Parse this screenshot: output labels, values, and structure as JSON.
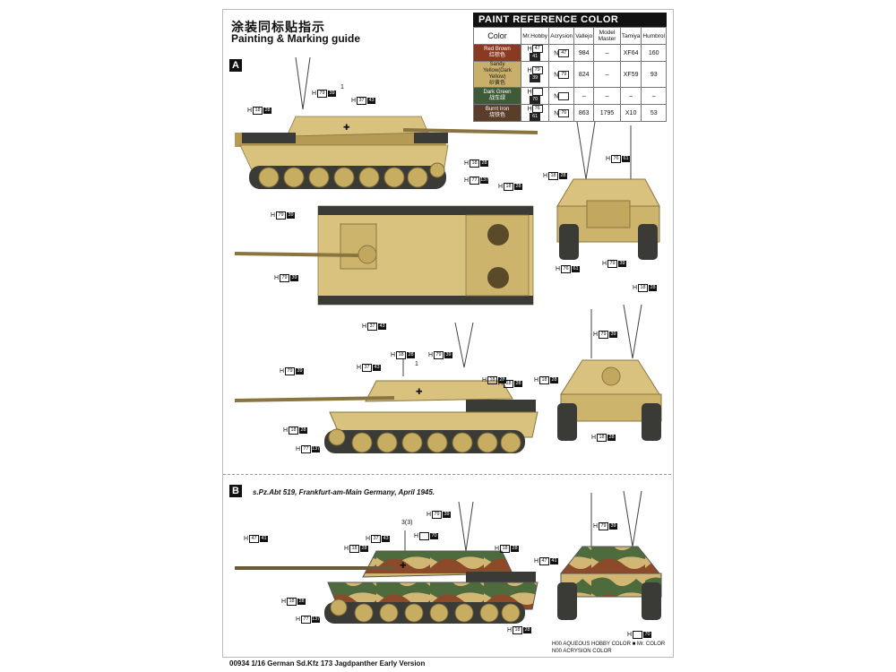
{
  "header": {
    "title_cn": "涂装同标贴指示",
    "title_en": "Painting & Marking guide"
  },
  "paint_reference": {
    "title": "PAINT  REFERENCE COLOR",
    "columns": [
      "Color",
      "Mr.Hobby",
      "Acrysion",
      "Vallejo",
      "Model Master",
      "Tamiya",
      "Humbrol"
    ],
    "rows": [
      {
        "name": "Red Brown",
        "name_cn": "红棕色",
        "hex": "#8a3a22",
        "h_code": "47",
        "h_code2": "41",
        "n_code": "47",
        "vallejo": "984",
        "model_master": "–",
        "tamiya": "XF64",
        "humbrol": "160"
      },
      {
        "name": "Sandy Yellow(Dark Yellow)",
        "name_cn": "砂黄色",
        "hex": "#c9b06a",
        "h_code": "79",
        "h_code2": "39",
        "n_code": "79",
        "vallejo": "824",
        "model_master": "–",
        "tamiya": "XF59",
        "humbrol": "93"
      },
      {
        "name": "Dark Green",
        "name_cn": "战车绿",
        "hex": "#3e5a36",
        "h_code": "",
        "h_code2": "70",
        "n_code": "",
        "vallejo": "–",
        "model_master": "–",
        "tamiya": "–",
        "humbrol": "–"
      },
      {
        "name": "Burnt Iron",
        "name_cn": "烧铁色",
        "hex": "#5a3e2a",
        "h_code": "76",
        "h_code2": "61",
        "n_code": "76",
        "vallejo": "863",
        "model_master": "1795",
        "tamiya": "X10",
        "humbrol": "53"
      }
    ]
  },
  "sections": {
    "a_label": "A",
    "b_label": "B",
    "b_caption": "s.Pz.Abt 519, Frankfurt-am-Main Germany, April 1945."
  },
  "callouts": [
    {
      "id": "a1",
      "h": "H",
      "a": "79",
      "b": "39"
    },
    {
      "id": "a2",
      "h": "H",
      "a": "37",
      "b": "43"
    },
    {
      "id": "a3",
      "h": "H",
      "a": "18",
      "b": "28"
    },
    {
      "id": "a4",
      "h": "H",
      "a": "18",
      "b": "28"
    },
    {
      "id": "a5",
      "h": "H",
      "a": "77",
      "b": "137"
    },
    {
      "id": "a6",
      "h": "H",
      "a": "18",
      "b": "28"
    },
    {
      "id": "a7",
      "h": "H",
      "a": "79",
      "b": "39"
    },
    {
      "id": "a8",
      "h": "H",
      "a": "76",
      "b": "61"
    },
    {
      "id": "a9",
      "h": "H",
      "a": "79",
      "b": "39"
    },
    {
      "id": "a10",
      "h": "H",
      "a": "37",
      "b": "43"
    },
    {
      "id": "a11",
      "h": "H",
      "a": "18",
      "b": "28"
    },
    {
      "id": "a12",
      "h": "H",
      "a": "76",
      "b": "61"
    },
    {
      "id": "a13",
      "h": "H",
      "a": "79",
      "b": "39"
    },
    {
      "id": "a14",
      "h": "H",
      "a": "18",
      "b": "28"
    },
    {
      "id": "a15",
      "h": "H",
      "a": "79",
      "b": "39"
    },
    {
      "id": "a16",
      "h": "H",
      "a": "18",
      "b": "28"
    },
    {
      "id": "a17",
      "h": "H",
      "a": "37",
      "b": "43"
    },
    {
      "id": "a18",
      "h": "H",
      "a": "79",
      "b": "39"
    },
    {
      "id": "a19",
      "h": "H",
      "a": "18",
      "b": "28"
    },
    {
      "id": "a20",
      "h": "H",
      "a": "18",
      "b": "28"
    },
    {
      "id": "a21",
      "h": "H",
      "a": "79",
      "b": "39"
    },
    {
      "id": "a22",
      "h": "H",
      "a": "18",
      "b": "28"
    },
    {
      "id": "a23",
      "h": "H",
      "a": "77",
      "b": "137"
    },
    {
      "id": "a24",
      "h": "H",
      "a": "18",
      "b": "28"
    },
    {
      "id": "a25",
      "h": "H",
      "a": "18",
      "b": "28"
    },
    {
      "id": "b1",
      "h": "H",
      "a": "79",
      "b": "39"
    },
    {
      "id": "b2",
      "h": "H",
      "a": "47",
      "b": "41"
    },
    {
      "id": "b3",
      "h": "H",
      "a": "37",
      "b": "43"
    },
    {
      "id": "b4",
      "h": "H",
      "a": "",
      "b": "70"
    },
    {
      "id": "b5",
      "h": "H",
      "a": "18",
      "b": "28"
    },
    {
      "id": "b6",
      "h": "H",
      "a": "18",
      "b": "28"
    },
    {
      "id": "b7",
      "h": "H",
      "a": "79",
      "b": "39"
    },
    {
      "id": "b8",
      "h": "H",
      "a": "47",
      "b": "41"
    },
    {
      "id": "b9",
      "h": "H",
      "a": "18",
      "b": "28"
    },
    {
      "id": "b10",
      "h": "H",
      "a": "77",
      "b": "137"
    },
    {
      "id": "b11",
      "h": "H",
      "a": "18",
      "b": "28"
    },
    {
      "id": "b12",
      "h": "H",
      "a": "",
      "b": "70"
    }
  ],
  "small_marks": {
    "a_one": "1",
    "a_one2": "1",
    "b_three": "3(3)"
  },
  "legend": {
    "line1": "H00  AQUEOUS HOBBY COLOR      ■  Mr. COLOR",
    "line2": "N00  ACRYSION COLOR"
  },
  "footer": "00934 1/16 German Sd.Kfz 173 Jagdpanther Early Version",
  "colors": {
    "sand": "#d9c27e",
    "sand_dark": "#b59a55",
    "green": "#4d6b3c",
    "brown": "#8c4a2b",
    "track": "#3a3a36"
  }
}
